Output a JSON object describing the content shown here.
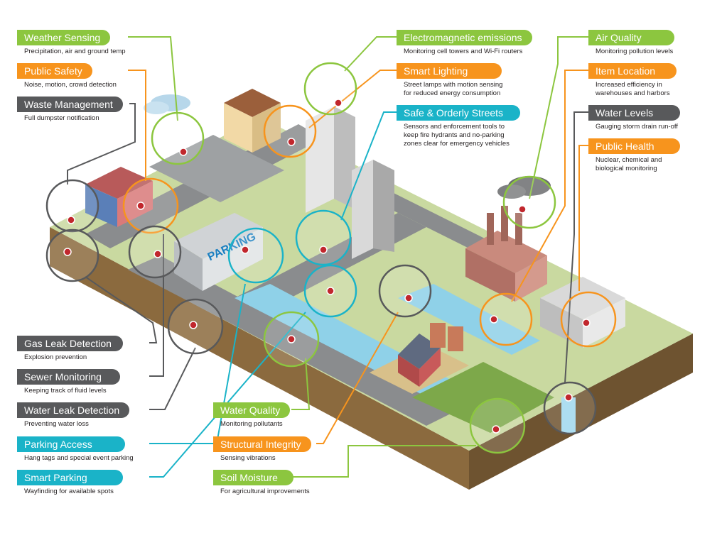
{
  "labels": {
    "weather_sensing": {
      "title": "Weather Sensing",
      "desc": [
        "Precipitation, air and ground temp"
      ],
      "color": "#8cc63f"
    },
    "public_safety": {
      "title": "Public Safety",
      "desc": [
        "Noise, motion, crowd detection"
      ],
      "color": "#f7941d"
    },
    "waste_management": {
      "title": "Waste Management",
      "desc": [
        "Full dumpster notification"
      ],
      "color": "#58595b"
    },
    "electromagnetic": {
      "title": "Electromagnetic emissions",
      "desc": [
        "Monitoring cell towers and Wi-Fi routers"
      ],
      "color": "#8cc63f"
    },
    "smart_lighting": {
      "title": "Smart Lighting",
      "desc": [
        "Street lamps with motion sensing",
        "for reduced energy consumption"
      ],
      "color": "#f7941d"
    },
    "safe_streets": {
      "title": "Safe & Orderly Streets",
      "desc": [
        "Sensors and enforcement tools to",
        "keep fire hydrants and no-parking",
        "zones clear for emergency vehicles"
      ],
      "color": "#1ab3c8"
    },
    "air_quality": {
      "title": "Air Quality",
      "desc": [
        "Monitoring pollution levels"
      ],
      "color": "#8cc63f"
    },
    "item_location": {
      "title": "Item Location",
      "desc": [
        "Increased efficiency in",
        "warehouses and harbors"
      ],
      "color": "#f7941d"
    },
    "water_levels": {
      "title": "Water Levels",
      "desc": [
        "Gauging storm drain run-off"
      ],
      "color": "#58595b"
    },
    "public_health": {
      "title": "Public Health",
      "desc": [
        "Nuclear, chemical and",
        "biological monitoring"
      ],
      "color": "#f7941d"
    },
    "gas_leak": {
      "title": "Gas Leak Detection",
      "desc": [
        "Explosion prevention"
      ],
      "color": "#58595b"
    },
    "sewer": {
      "title": "Sewer Monitoring",
      "desc": [
        "Keeping track of fluid levels"
      ],
      "color": "#58595b"
    },
    "water_leak": {
      "title": "Water Leak Detection",
      "desc": [
        "Preventing water loss"
      ],
      "color": "#58595b"
    },
    "parking_access": {
      "title": "Parking Access",
      "desc": [
        "Hang tags and special event parking"
      ],
      "color": "#1ab3c8"
    },
    "smart_parking": {
      "title": "Smart Parking",
      "desc": [
        "Wayfinding for available spots"
      ],
      "color": "#1ab3c8"
    },
    "water_quality": {
      "title": "Water Quality",
      "desc": [
        "Monitoring pollutants"
      ],
      "color": "#8cc63f"
    },
    "structural_integrity": {
      "title": "Structural Integrity",
      "desc": [
        "Sensing vibrations"
      ],
      "color": "#f7941d"
    },
    "soil_moisture": {
      "title": "Soil Moisture",
      "desc": [
        "For agricultural improvements"
      ],
      "color": "#8cc63f"
    }
  },
  "scene": {
    "parking_sign": "PARKING"
  }
}
